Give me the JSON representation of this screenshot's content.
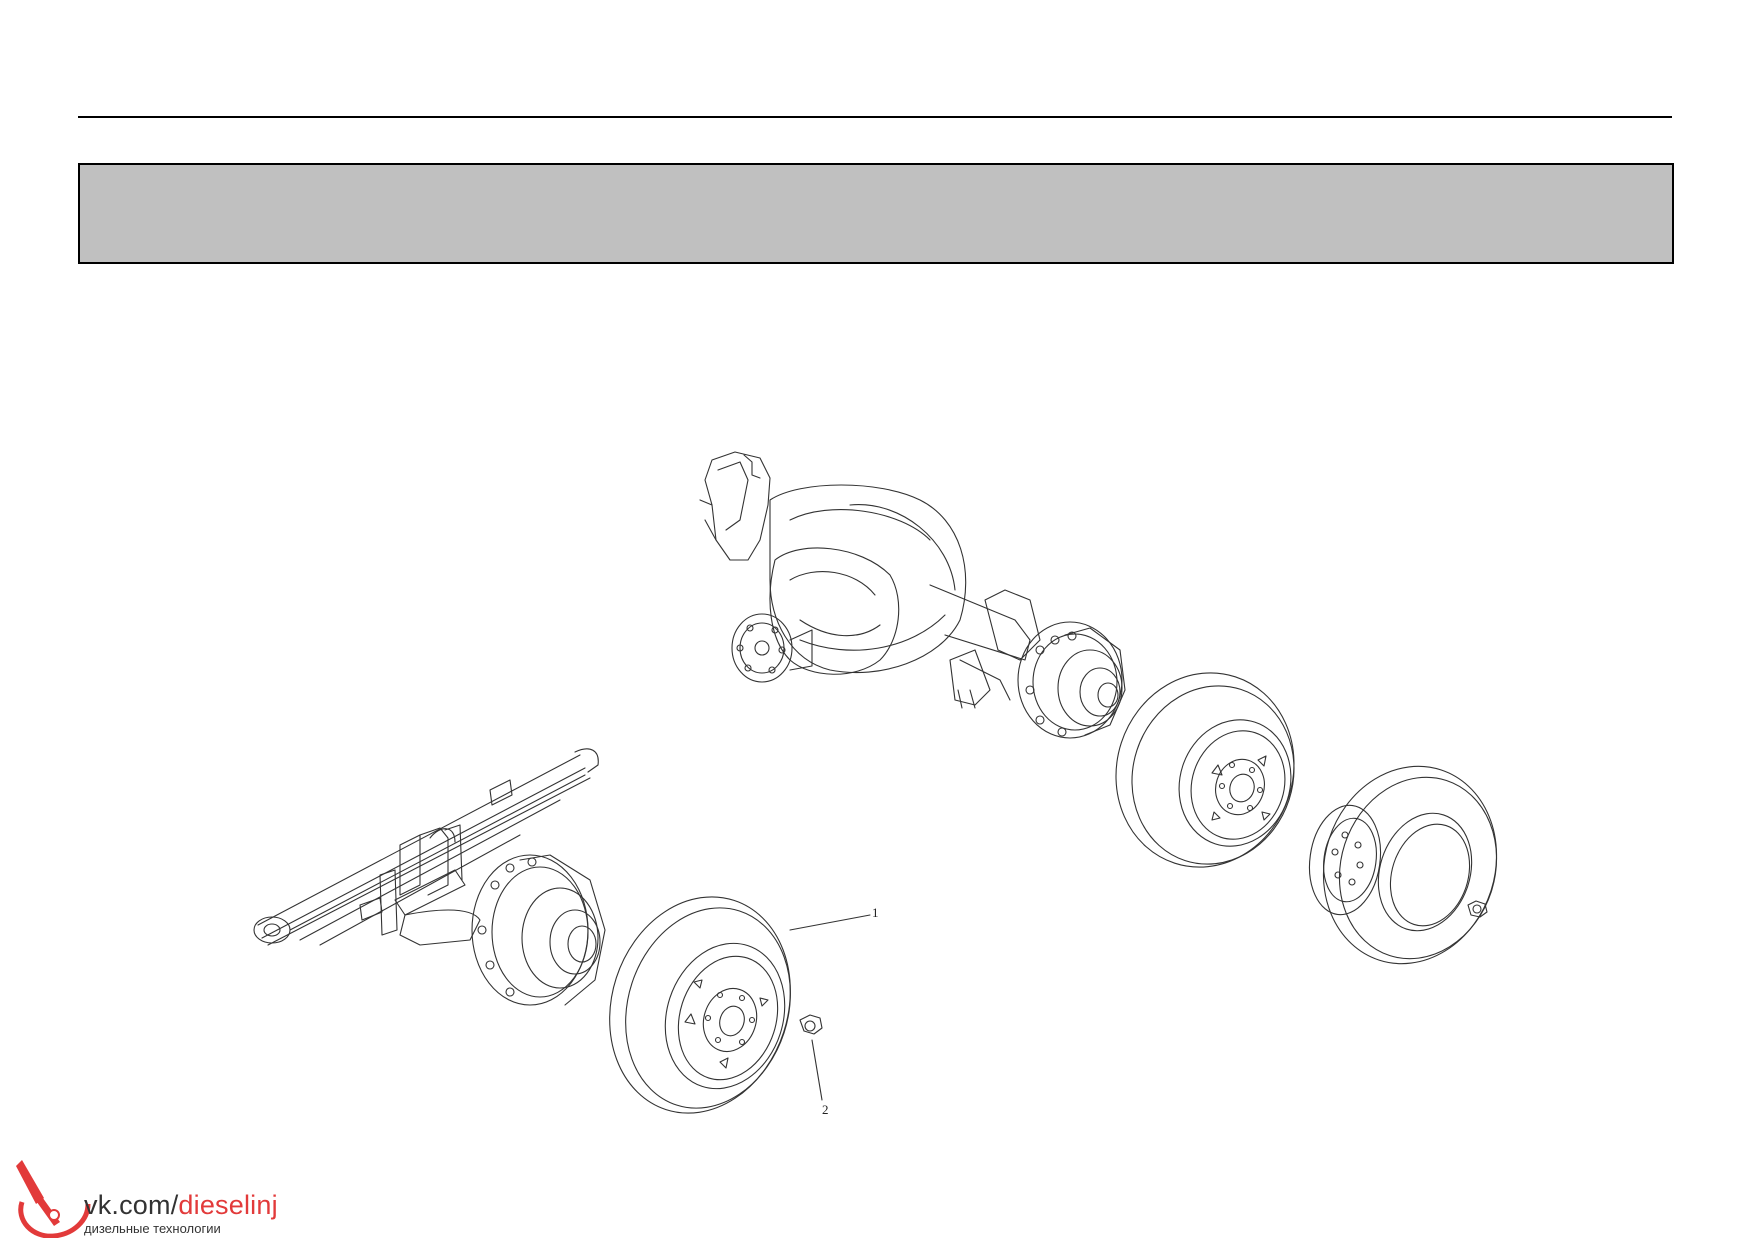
{
  "page": {
    "header_band_title": ""
  },
  "callouts": [
    {
      "id": "1",
      "label": "1"
    },
    {
      "id": "2",
      "label": "2"
    }
  ],
  "watermark": {
    "url_prefix": "vk.com/",
    "url_handle": "dieselinj",
    "tagline": "дизельные технологии",
    "colors": {
      "accent": "#e23a3a",
      "text": "#333333"
    }
  },
  "colors": {
    "band": "#c0c0c0",
    "rule": "#000000",
    "line_art": "#333333"
  }
}
